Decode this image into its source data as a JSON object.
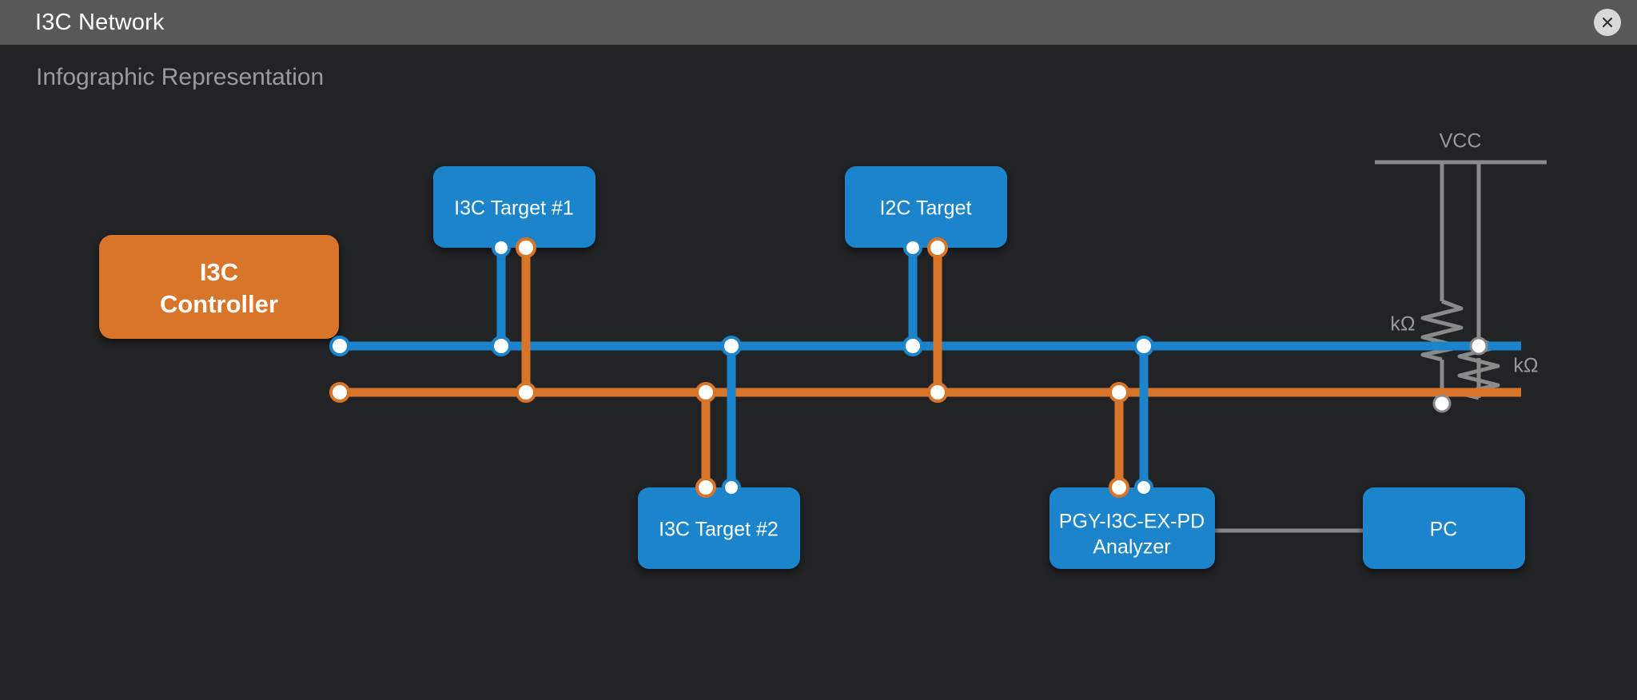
{
  "window": {
    "title": "I3C Network",
    "close_icon": "close-icon"
  },
  "subtitle": "Infographic Representation",
  "colors": {
    "background": "#222326",
    "titlebar": "#585858",
    "node_blue": "#1b84cb",
    "node_orange": "#d97429",
    "bus_scl_blue": "#1b84cb",
    "bus_sda_orange": "#d97429",
    "wire_gray": "#8a8a8a",
    "node_text": "#ffffff",
    "label_gray": "#9a9a9a"
  },
  "diagram": {
    "nodes": [
      {
        "id": "controller",
        "label": "I3C Controller",
        "line1": "I3C",
        "line2": "Controller",
        "type": "controller",
        "color": "#d97429"
      },
      {
        "id": "target1",
        "label": "I3C Target #1",
        "line1": "I3C Target #1",
        "line2": "",
        "type": "target",
        "color": "#1b84cb"
      },
      {
        "id": "i2ctarget",
        "label": "I2C Target",
        "line1": "I2C Target",
        "line2": "",
        "type": "target",
        "color": "#1b84cb"
      },
      {
        "id": "target2",
        "label": "I3C Target #2",
        "line1": "I3C Target #2",
        "line2": "",
        "type": "target",
        "color": "#1b84cb"
      },
      {
        "id": "analyzer",
        "label": "PGY-I3C-EX-PD Analyzer",
        "line1": "PGY-I3C-EX-PD",
        "line2": "Analyzer",
        "type": "analyzer",
        "color": "#1b84cb"
      },
      {
        "id": "pc",
        "label": "PC",
        "line1": "PC",
        "line2": "",
        "type": "host",
        "color": "#1b84cb"
      }
    ],
    "power": {
      "rail_label": "VCC",
      "resistor1_label": "kΩ",
      "resistor2_label": "kΩ"
    }
  }
}
